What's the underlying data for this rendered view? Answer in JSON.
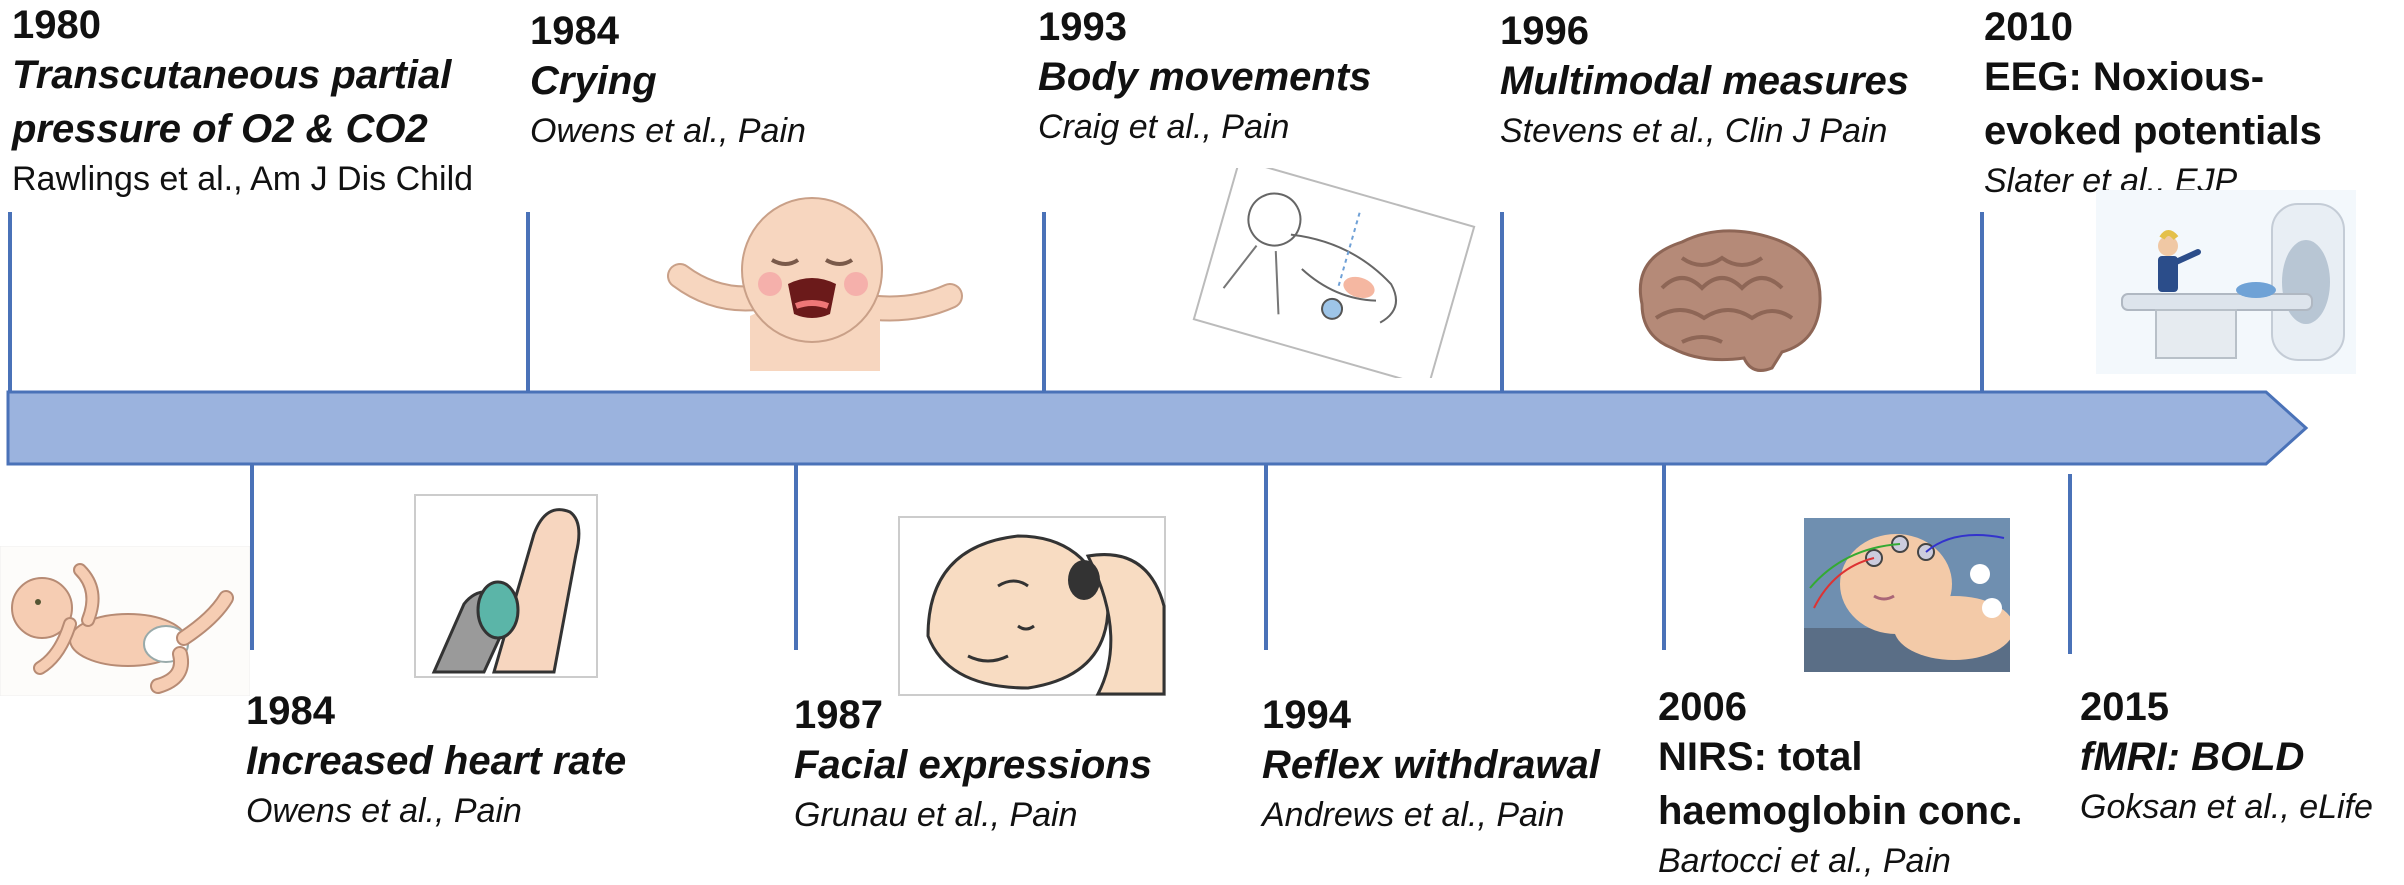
{
  "events_top": [
    {
      "year": "1980",
      "measure": "Transcutaneous partial pressure of O2 & CO2",
      "reference": "Rawlings et al., Am J Dis Child"
    },
    {
      "year": "1984",
      "measure": "Crying",
      "reference": "Owens et al., Pain"
    },
    {
      "year": "1993",
      "measure": "Body movements",
      "reference": "Craig et al., Pain"
    },
    {
      "year": "1996",
      "measure": "Multimodal measures",
      "reference": "Stevens et al., Clin J Pain"
    },
    {
      "year": "2010",
      "measure": "EEG: Noxious-evoked potentials",
      "reference": "Slater et al., EJP"
    }
  ],
  "events_bottom": [
    {
      "year": "1984",
      "measure": "Increased heart rate",
      "reference": "Owens et al., Pain"
    },
    {
      "year": "1987",
      "measure": "Facial expressions",
      "reference": "Grunau et al., Pain"
    },
    {
      "year": "1994",
      "measure": "Reflex withdrawal",
      "reference": "Andrews et al., Pain"
    },
    {
      "year": "2006",
      "measure": "NIRS: total haemoglobin conc.",
      "reference": "Bartocci et al., Pain"
    },
    {
      "year": "2015",
      "measure": "fMRI: BOLD",
      "reference": "Goksan et al., eLife"
    }
  ],
  "colors": {
    "arrow_fill": "#9bb3de",
    "arrow_stroke": "#4a72b8",
    "tick": "#4a72b8"
  },
  "illustrations": [
    "reclining-infant-icon",
    "crying-infant-icon",
    "heel-stick-icon",
    "infant-face-icon",
    "body-movement-sketch-icon",
    "brain-icon",
    "infant-nirs-icon",
    "mri-scanner-icon"
  ]
}
